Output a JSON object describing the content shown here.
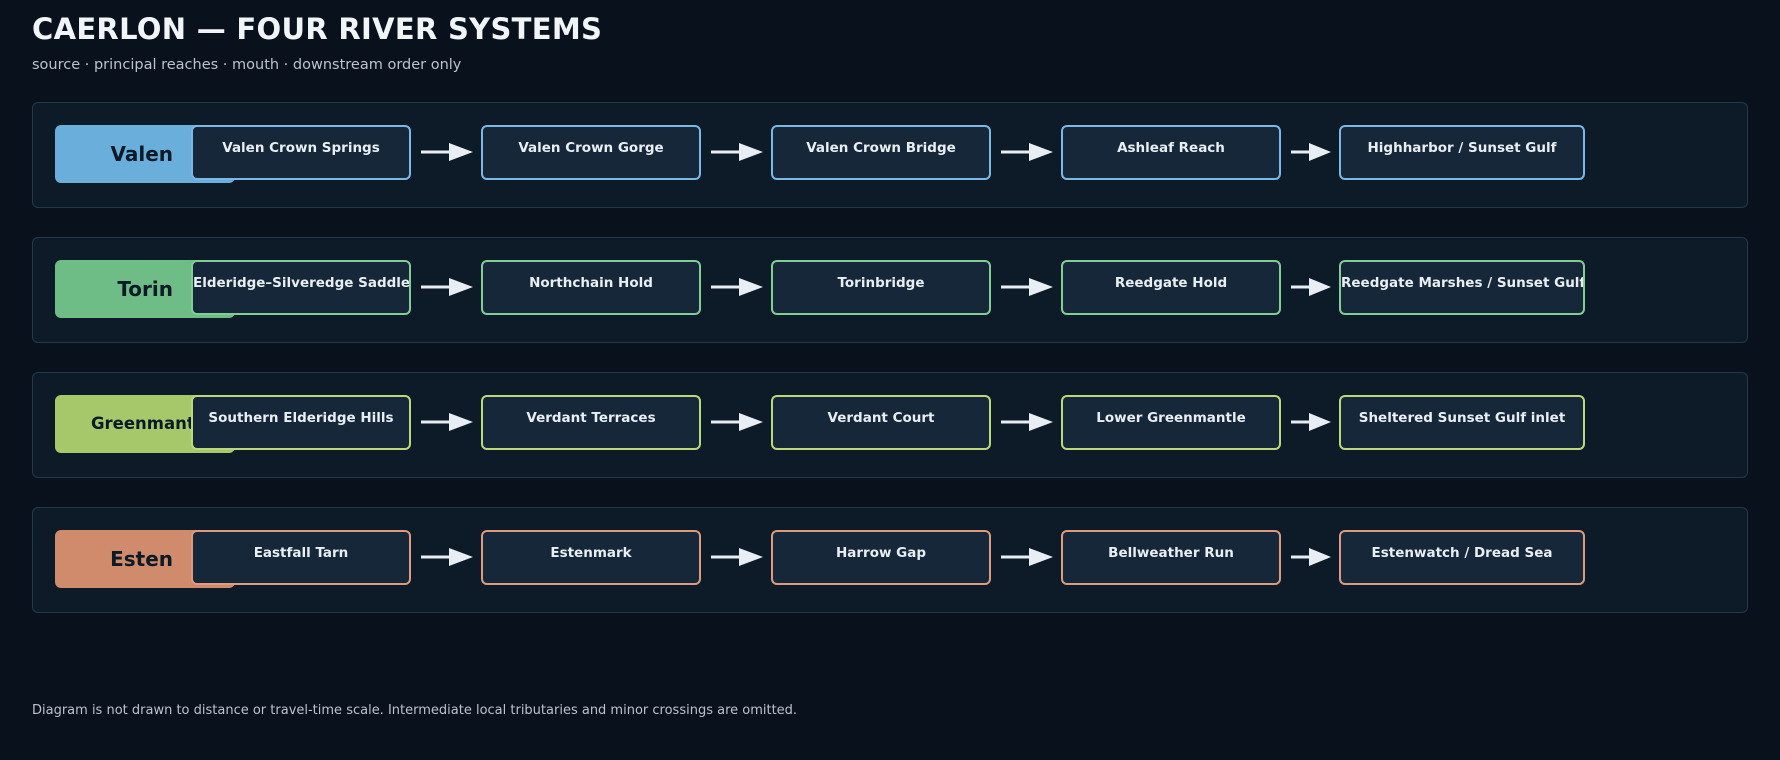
{
  "title": "CAERLON — FOUR RIVER SYSTEMS",
  "subtitle": "source · principal reaches · mouth · downstream order only",
  "rivers": [
    {
      "name": "Valen",
      "color": "#6aaedb",
      "border": "#7ab8e6",
      "nodes": [
        "Valen Crown Springs",
        "Valen Crown Gorge",
        "Valen Crown Bridge",
        "Ashleaf Reach",
        "Highharbor / Sunset Gulf"
      ]
    },
    {
      "name": "Torin",
      "color": "#6fbd86",
      "border": "#7fcf95",
      "nodes": [
        "Elderidge–Silveredge Saddle",
        "Northchain Hold",
        "Torinbridge",
        "Reedgate Hold",
        "Reedgate Marshes / Sunset Gulf"
      ]
    },
    {
      "name": "Greenmantle",
      "color": "#a6c86a",
      "border": "#bcd97a",
      "nodes": [
        "Southern Elderidge Hills",
        "Verdant Terraces",
        "Verdant Court",
        "Lower Greenmantle",
        "Sheltered Sunset Gulf inlet"
      ]
    },
    {
      "name": "Esten",
      "color": "#d08a6c",
      "border": "#de9a7c",
      "nodes": [
        "Eastfall Tarn",
        "Estenmark",
        "Harrow Gap",
        "Bellweather Run",
        "Estenwatch / Dread Sea"
      ]
    }
  ],
  "footer": "Diagram is not drawn to distance or travel-time scale. Intermediate local tributaries and minor crossings are omitted."
}
